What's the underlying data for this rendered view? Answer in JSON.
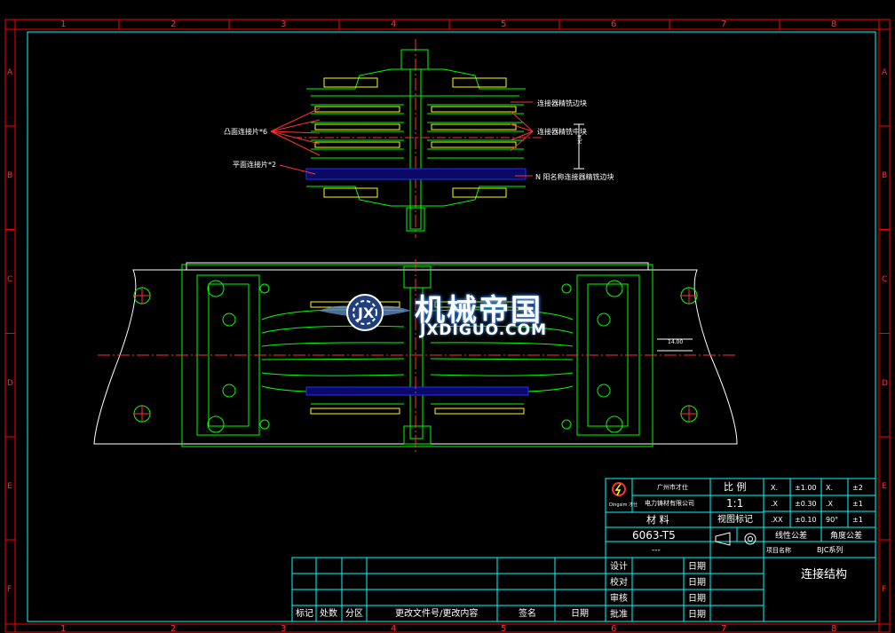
{
  "colors": {
    "frame": "#ff0000",
    "border": "#00ffff",
    "outline": "#00ff00",
    "center": "#ff3030",
    "dim": "#ffffff",
    "part": "#ffff00",
    "blue": "#2030ff",
    "purple": "#c070ff"
  },
  "grid": {
    "cols": [
      "1",
      "2",
      "3",
      "4",
      "5",
      "6",
      "7",
      "8"
    ],
    "rows": [
      "A",
      "B",
      "C",
      "D",
      "E",
      "F"
    ]
  },
  "callouts": {
    "top_right": "连接器精铣边块",
    "mid_right": "连接器精铣中块",
    "bottom_right": "N 阳名称连接器精铣边块",
    "left_convex": "凸面连接片*6",
    "left_flat": "平面连接片*2",
    "dim_v": "H/4",
    "dim_h": "14.00"
  },
  "watermark": {
    "title": "机械帝国",
    "domain": "JXDIGUO.COM"
  },
  "title_block": {
    "company_line1": "广州市才仕",
    "company_line2": "电力铸材有限公司",
    "logo_text": "Dingsim 才仕",
    "scale_label": "比  例",
    "scale_value": "1:1",
    "material_label": "材  料",
    "material_value": "6063-T5",
    "material_sub": "---",
    "drawing_mark": "视图标记",
    "linear_tol": "线性公差",
    "angle_tol": "角度公差",
    "project_label": "项目名称",
    "project_value": "BJC系列",
    "drawing_name": "连接结构",
    "tol_rows": [
      [
        "X.",
        "±1.00",
        "X.",
        "±2"
      ],
      [
        ".X",
        "±0.30",
        ".X",
        "±1"
      ],
      [
        ".XX",
        "±0.10",
        "90°",
        "±1"
      ]
    ],
    "roles": [
      "设计",
      "校对",
      "审核",
      "批准"
    ],
    "date_label": "日期",
    "rev_headers": [
      "标记",
      "处数",
      "分区",
      "更改文件号/更改内容",
      "签名",
      "日期"
    ]
  }
}
